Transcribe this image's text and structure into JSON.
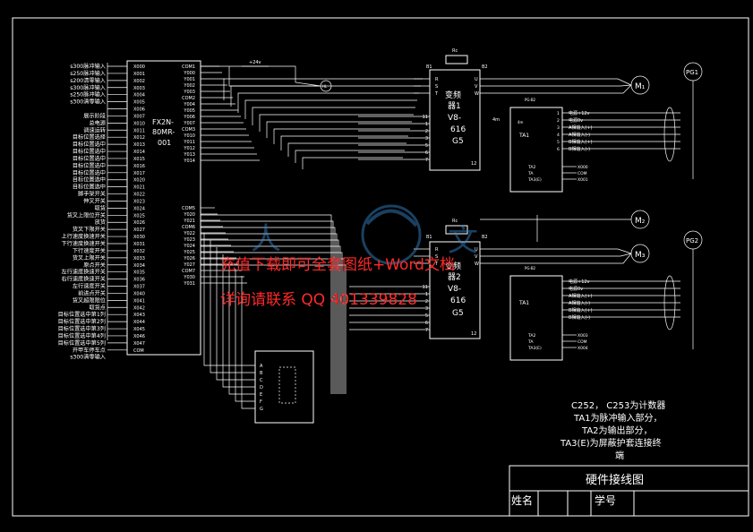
{
  "diagram": {
    "title": "硬件接线图",
    "name_label": "姓名",
    "id_label": "学号",
    "watermark": {
      "line1": "充值下载即可全套图纸+Word文档",
      "line2": "详询请联系 QQ 401339828"
    },
    "plc": {
      "model_lines": [
        "FX2N-",
        "80MR-",
        "001"
      ],
      "inputs": [
        "X000",
        "X001",
        "X002",
        "X003",
        "X004",
        "X005",
        "X006",
        "X007",
        "X010",
        "X011",
        "X012",
        "X013",
        "X014",
        "X015",
        "X016",
        "X017",
        "X020",
        "X021",
        "X022",
        "X023",
        "X024",
        "X025",
        "X026",
        "X027",
        "X030",
        "X031",
        "X032",
        "X033",
        "X034",
        "X035",
        "X036",
        "X037",
        "X040",
        "X041",
        "X042",
        "X043",
        "X044",
        "X045",
        "X046",
        "X047",
        "COM"
      ],
      "outputs_top": [
        "COM1",
        "Y000",
        "Y001",
        "Y002",
        "Y003",
        "COM2",
        "Y004",
        "Y005",
        "Y006",
        "Y007",
        "COM3",
        "Y010",
        "Y011",
        "Y012",
        "Y013",
        "Y014"
      ],
      "outputs_bottom": [
        "COM5",
        "Y020",
        "Y021",
        "COM6",
        "Y022",
        "Y023",
        "Y024",
        "Y025",
        "Y026",
        "Y027",
        "COM7",
        "Y030",
        "Y031"
      ]
    },
    "input_labels": [
      "s300脉冲输入",
      "s250脉冲输入",
      "s200清零输入",
      "s300脉冲输入",
      "s250脉冲输入",
      "s300清零输入",
      "",
      "展示阶段",
      "总电源",
      "调速运转",
      "目标位置选择",
      "目标位置选中",
      "目标位置选中",
      "目标位置选中",
      "目标位置选中",
      "目标位置选中",
      "目标位置选中",
      "目标位置选中",
      "脚手架开关",
      "伸叉开关",
      "取货",
      "货叉上限位开关",
      "放货",
      "货叉下限开关",
      "上行速度换速开关",
      "下行速度换速开关",
      "下行速度开关",
      "货叉上限开关",
      "原点开关",
      "左行速度换速开关",
      "右行速度换速开关",
      "左行速度开关",
      "前进点开关",
      "货叉超限限位",
      "取货点",
      "目标位置选中第1列",
      "目标位置选中第2列",
      "目标位置选中第3列",
      "目标位置选中第4列",
      "目标位置选中第5列",
      "开甲车停车点",
      "s300清零输入"
    ],
    "inverter1": {
      "title_lines": [
        "变频",
        "器1",
        "V8-",
        "616",
        "G5"
      ],
      "top_terminals": [
        "R",
        "S",
        "T"
      ],
      "right_terminals": [
        "U",
        "V",
        "W"
      ],
      "left_terminals": [
        "11",
        "1",
        "2",
        "3",
        "5",
        "6",
        "7"
      ],
      "bottom_terminal": "12",
      "resistor": "Rc",
      "side_labels": [
        "B1",
        "B2"
      ],
      "mid_label": "4m"
    },
    "inverter2": {
      "title_lines": [
        "变频",
        "器2",
        "V8-",
        "616",
        "G5"
      ],
      "top_terminals": [
        "R",
        "S",
        "T"
      ],
      "right_terminals": [
        "U",
        "V",
        "W"
      ],
      "left_terminals": [
        "11",
        "1",
        "2",
        "3",
        "5",
        "6",
        "7"
      ],
      "bottom_terminal": "12",
      "resistor": "Rc",
      "side_labels": [
        "B1",
        "B2"
      ]
    },
    "encoder_module1": {
      "header": "PG-B2",
      "left_label": "4m",
      "ta": "TA1",
      "lines": [
        "电源+12v",
        "电源0v",
        "A相输入(+)",
        "A相输入(-)",
        "B相输入(+)",
        "B相输入(-)"
      ],
      "right_nums": [
        "1",
        "2",
        "3",
        "4",
        "5",
        "6"
      ],
      "bottom_left": [
        "TA2",
        "TA",
        "TA3(E)"
      ],
      "bottom_right": [
        "X000",
        "COM",
        "X001"
      ]
    },
    "encoder_module2": {
      "header": "PG-B2",
      "ta": "TA1",
      "lines": [
        "电源+12v",
        "电源0v",
        "A相输入(+)",
        "A相输入(-)",
        "B相输入(+)",
        "B相输入(-)"
      ],
      "bottom_left": [
        "TA2",
        "TA",
        "TA3(E)"
      ],
      "bottom_right": [
        "X003",
        "COM",
        "X004"
      ]
    },
    "motors": [
      {
        "label": "M₁",
        "pg": "PG1"
      },
      {
        "label": "M₂",
        "pg": ""
      },
      {
        "label": "M₃",
        "pg": "PG2"
      }
    ],
    "supply_label": "+24v",
    "indicator_label": "HL",
    "display_letters": [
      "A",
      "B",
      "C",
      "D",
      "E",
      "F",
      "G"
    ],
    "notes": [
      "C252，  C253为计数器",
      "TA1为脉冲输入部分，",
      "TA2为输出部分，",
      "TA3(E)为屏蔽护套连接终",
      "端"
    ]
  }
}
